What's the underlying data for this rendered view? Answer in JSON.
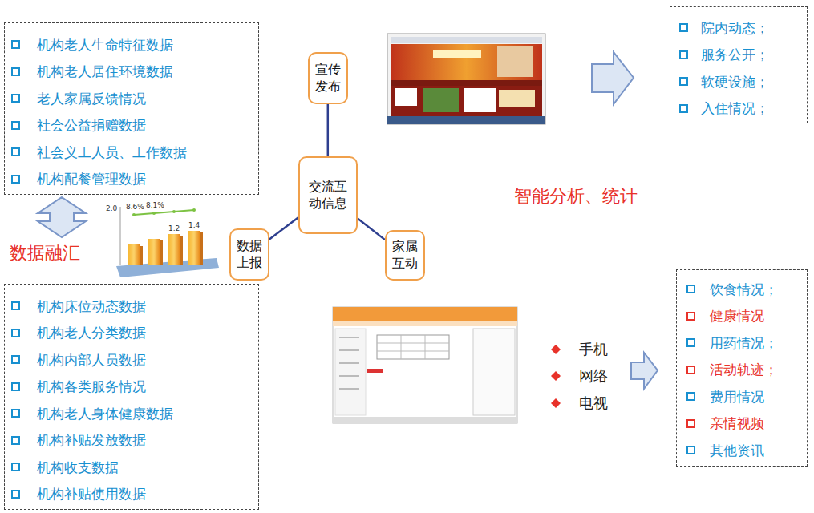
{
  "diagram": {
    "nodes": [
      {
        "text": [
          "机构老人生命特征数据",
          "机构老人居住环境数据",
          "老人家属反馈情况",
          "社会公益捐赠数据",
          "社会义工人员、工作数据",
          "机构配餐管理数据"
        ]
      },
      {
        "text": [
          "宣传发布"
        ]
      },
      {
        "text": [
          "院内动态；",
          "服务公开；",
          "软硬设施；",
          "入住情况；"
        ]
      },
      {
        "text": [
          "交流互动信息"
        ]
      },
      {
        "text": [
          "数据上报"
        ]
      },
      {
        "text": [
          "家属互动"
        ]
      },
      {
        "text": [
          "机构床位动态数据",
          "机构老人分类数据",
          "机构内部人员数据",
          "机构各类服务情况",
          "机构老人身体健康数据",
          "机构补贴发放数据",
          "机构收支数据",
          "机构补贴使用数据"
        ]
      },
      {
        "text": [
          "饮食情况；",
          "健康情况",
          "用药情况；",
          "活动轨迹；",
          "费用情况",
          "亲情视频",
          "其他资讯"
        ]
      }
    ],
    "edges": [
      {
        "from": 3,
        "to": 1,
        "arrow": "none"
      },
      {
        "from": 3,
        "to": 4,
        "arrow": "none"
      },
      {
        "from": 3,
        "to": 5,
        "arrow": "none"
      }
    ],
    "labels": [
      "2.0",
      "8.6%",
      "8.1%",
      "1.2",
      "1.4",
      "智能分析、统计",
      "数据融汇",
      "手机",
      "网络",
      "电视"
    ]
  }
}
